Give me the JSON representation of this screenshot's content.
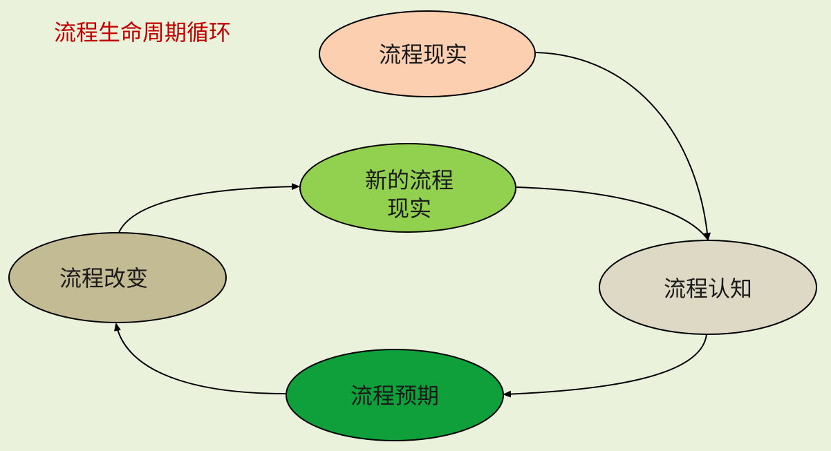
{
  "title": "流程生命周期循环",
  "nodes": {
    "reality": {
      "lines": [
        "流程现实"
      ],
      "color": "#fbcfb0"
    },
    "awareness": {
      "lines": [
        "流程认知"
      ],
      "color": "#ddd9c4"
    },
    "expectation": {
      "lines": [
        "流程预期"
      ],
      "color": "#0fa03c"
    },
    "change": {
      "lines": [
        "流程改变"
      ],
      "color": "#c3bb93"
    },
    "new_reality": {
      "lines": [
        "新的流程",
        "现实"
      ],
      "color": "#92d050"
    }
  },
  "edges": [
    {
      "from": "reality",
      "to": "awareness"
    },
    {
      "from": "new_reality",
      "to": "awareness"
    },
    {
      "from": "awareness",
      "to": "expectation"
    },
    {
      "from": "expectation",
      "to": "change"
    },
    {
      "from": "change",
      "to": "new_reality"
    }
  ]
}
